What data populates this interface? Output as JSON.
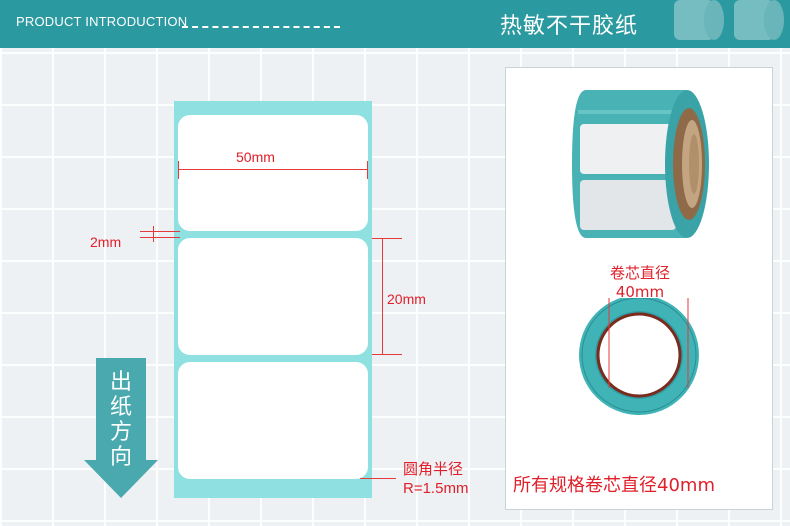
{
  "banner": {
    "english_title": "PRODUCT INTRODUCTION",
    "chinese_title": "热敏不干胶纸"
  },
  "label_diagram": {
    "width_dimension": "50mm",
    "gap_dimension": "2mm",
    "height_dimension": "20mm",
    "corner_radius_label": "圆角半径",
    "corner_radius_value": "R=1.5mm"
  },
  "paper_direction": {
    "text": "出纸方向"
  },
  "roll_panel": {
    "core_diameter_label": "卷芯直径",
    "core_diameter_value": "40mm",
    "caption": "所有规格卷芯直径40mm"
  },
  "colors": {
    "banner": "#2b9aa0",
    "liner": "#8fe0e0",
    "dimension_red": "#e0202a",
    "roll_teal": "#3fb3b6"
  }
}
